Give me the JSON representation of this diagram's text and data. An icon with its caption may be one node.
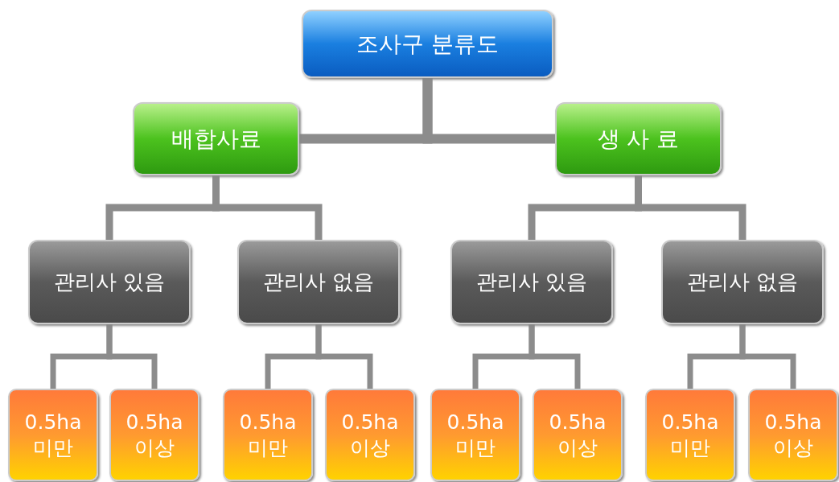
{
  "diagram": {
    "nodes": [
      {
        "text": [
          "조사구 분류도"
        ]
      },
      {
        "text": [
          "배합사료"
        ]
      },
      {
        "text": [
          "생 사 료"
        ]
      },
      {
        "text": [
          "관리사 있음"
        ]
      },
      {
        "text": [
          "관리사 없음"
        ]
      },
      {
        "text": [
          "관리사 있음"
        ]
      },
      {
        "text": [
          "관리사 없음"
        ]
      },
      {
        "text": [
          "0.5ha 미만"
        ]
      },
      {
        "text": [
          "0.5ha 이상"
        ]
      },
      {
        "text": [
          "0.5ha 미만"
        ]
      },
      {
        "text": [
          "0.5ha 이상"
        ]
      },
      {
        "text": [
          "0.5ha 미만"
        ]
      },
      {
        "text": [
          "0.5ha 이상"
        ]
      },
      {
        "text": [
          "0.5ha 미만"
        ]
      },
      {
        "text": [
          "0.5ha 이상"
        ]
      }
    ],
    "edges": [
      {
        "from": 0,
        "to": 1,
        "arrow": "none"
      },
      {
        "from": 0,
        "to": 2,
        "arrow": "none"
      },
      {
        "from": 1,
        "to": 3,
        "arrow": "none"
      },
      {
        "from": 1,
        "to": 4,
        "arrow": "none"
      },
      {
        "from": 2,
        "to": 5,
        "arrow": "none"
      },
      {
        "from": 2,
        "to": 6,
        "arrow": "none"
      },
      {
        "from": 3,
        "to": 7,
        "arrow": "none"
      },
      {
        "from": 3,
        "to": 8,
        "arrow": "none"
      },
      {
        "from": 4,
        "to": 9,
        "arrow": "none"
      },
      {
        "from": 4,
        "to": 10,
        "arrow": "none"
      },
      {
        "from": 5,
        "to": 11,
        "arrow": "none"
      },
      {
        "from": 5,
        "to": 12,
        "arrow": "none"
      },
      {
        "from": 6,
        "to": 13,
        "arrow": "none"
      },
      {
        "from": 6,
        "to": 14,
        "arrow": "none"
      }
    ]
  }
}
